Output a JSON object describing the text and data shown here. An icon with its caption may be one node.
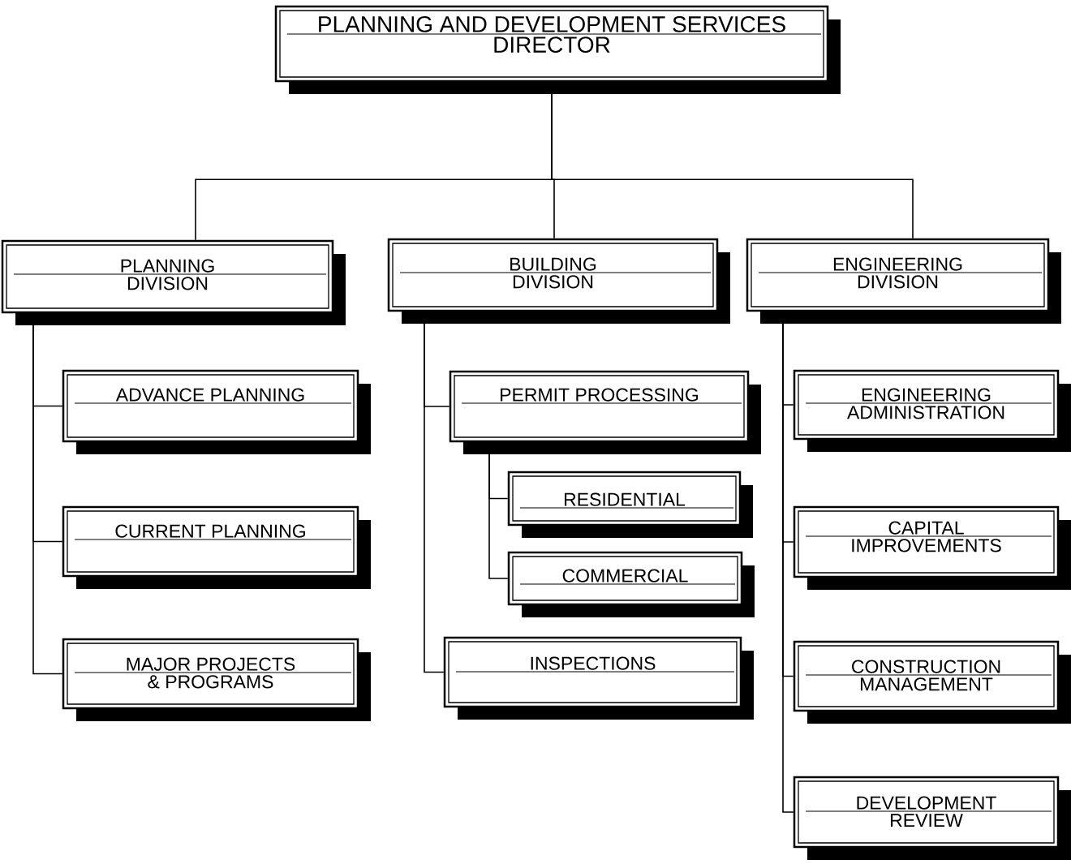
{
  "diagram": {
    "nodes": [
      {
        "text": [
          "PLANNING AND DEVELOPMENT SERVICES",
          "DIRECTOR"
        ]
      },
      {
        "text": [
          "PLANNING",
          "DIVISION"
        ]
      },
      {
        "text": [
          "BUILDING",
          "DIVISION"
        ]
      },
      {
        "text": [
          "ENGINEERING",
          "DIVISION"
        ]
      },
      {
        "text": [
          "ADVANCE  PLANNING"
        ]
      },
      {
        "text": [
          "CURRENT  PLANNING"
        ]
      },
      {
        "text": [
          "MAJOR PROJECTS",
          "& PROGRAMS"
        ]
      },
      {
        "text": [
          "PERMIT  PROCESSING"
        ]
      },
      {
        "text": [
          "RESIDENTIAL"
        ]
      },
      {
        "text": [
          "COMMERCIAL"
        ]
      },
      {
        "text": [
          "INSPECTIONS"
        ]
      },
      {
        "text": [
          "ENGINEERING",
          "ADMINISTRATION"
        ]
      },
      {
        "text": [
          "CAPITAL",
          "IMPROVEMENTS"
        ]
      },
      {
        "text": [
          "CONSTRUCTION",
          "MANAGEMENT"
        ]
      },
      {
        "text": [
          "DEVELOPMENT",
          "REVIEW"
        ]
      }
    ],
    "edges": [
      {
        "from": 0,
        "to": 1,
        "arrow": "none"
      },
      {
        "from": 0,
        "to": 2,
        "arrow": "none"
      },
      {
        "from": 0,
        "to": 3,
        "arrow": "none"
      },
      {
        "from": 1,
        "to": 4,
        "arrow": "none"
      },
      {
        "from": 1,
        "to": 5,
        "arrow": "none"
      },
      {
        "from": 1,
        "to": 6,
        "arrow": "none"
      },
      {
        "from": 2,
        "to": 7,
        "arrow": "none"
      },
      {
        "from": 7,
        "to": 8,
        "arrow": "none"
      },
      {
        "from": 7,
        "to": 9,
        "arrow": "none"
      },
      {
        "from": 2,
        "to": 10,
        "arrow": "none"
      },
      {
        "from": 3,
        "to": 11,
        "arrow": "none"
      },
      {
        "from": 3,
        "to": 12,
        "arrow": "none"
      },
      {
        "from": 3,
        "to": 13,
        "arrow": "none"
      },
      {
        "from": 3,
        "to": 14,
        "arrow": "none"
      }
    ]
  }
}
